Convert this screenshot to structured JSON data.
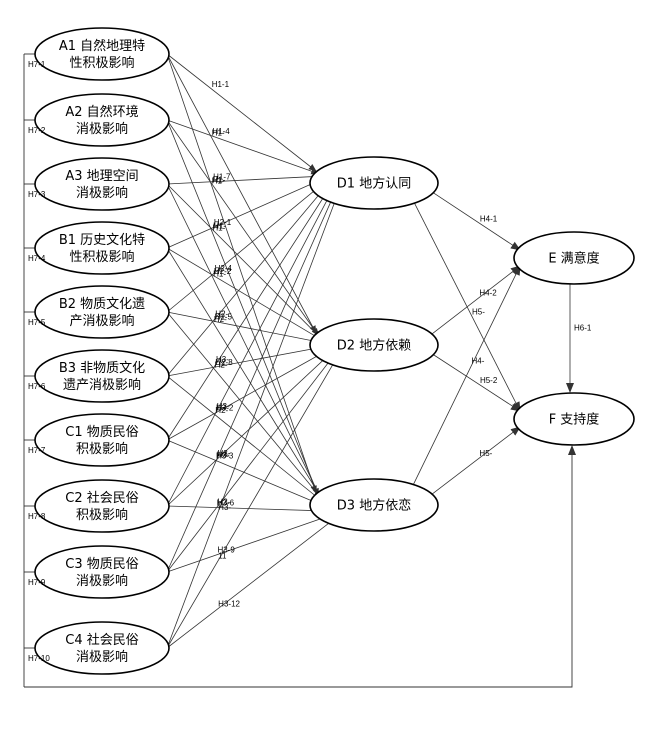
{
  "nodes": [
    {
      "id": "A1",
      "lines": [
        "A1 自然地理特",
        "性积极影响"
      ]
    },
    {
      "id": "A2",
      "lines": [
        "A2 自然环境",
        "消极影响"
      ]
    },
    {
      "id": "A3",
      "lines": [
        "A3 地理空间",
        "消极影响"
      ]
    },
    {
      "id": "B1",
      "lines": [
        "B1 历史文化特",
        "性积极影响"
      ]
    },
    {
      "id": "B2",
      "lines": [
        "B2 物质文化遗",
        "产消极影响"
      ]
    },
    {
      "id": "B3",
      "lines": [
        "B3 非物质文化",
        "遗产消极影响"
      ]
    },
    {
      "id": "C1",
      "lines": [
        "C1 物质民俗",
        "积极影响"
      ]
    },
    {
      "id": "C2",
      "lines": [
        "C2 社会民俗",
        "积极影响"
      ]
    },
    {
      "id": "C3",
      "lines": [
        "C3 物质民俗",
        "消极影响"
      ]
    },
    {
      "id": "C4",
      "lines": [
        "C4 社会民俗",
        "消极影响"
      ]
    },
    {
      "id": "D1",
      "lines": [
        "D1 地方认同"
      ]
    },
    {
      "id": "D2",
      "lines": [
        "D2 地方依赖"
      ]
    },
    {
      "id": "D3",
      "lines": [
        "D3 地方依恋"
      ]
    },
    {
      "id": "E",
      "lines": [
        "E 满意度"
      ]
    },
    {
      "id": "F",
      "lines": [
        "F 支持度"
      ]
    }
  ],
  "edges": [
    {
      "from": "A1",
      "to": "D1",
      "label": "H1-1"
    },
    {
      "from": "A1",
      "to": "D2",
      "label": "H1-"
    },
    {
      "from": "A1",
      "to": "D3",
      "label": "H1-"
    },
    {
      "from": "A2",
      "to": "D1",
      "label": "H1-4"
    },
    {
      "from": "A2",
      "to": "D2",
      "label": "H1-"
    },
    {
      "from": "A2",
      "to": "D3",
      "label": "H1-"
    },
    {
      "from": "A3",
      "to": "D1",
      "label": "H1-7"
    },
    {
      "from": "A3",
      "to": "D2",
      "label": "H1-"
    },
    {
      "from": "A3",
      "to": "D3",
      "label": "H1-"
    },
    {
      "from": "B1",
      "to": "D1",
      "label": "H2-1"
    },
    {
      "from": "B1",
      "to": "D2",
      "label": "H2-2"
    },
    {
      "from": "B1",
      "to": "D3",
      "label": "H2-"
    },
    {
      "from": "B2",
      "to": "D1",
      "label": "H2-4"
    },
    {
      "from": "B2",
      "to": "D2",
      "label": "H2-5"
    },
    {
      "from": "B2",
      "to": "D3",
      "label": "H2-"
    },
    {
      "from": "B3",
      "to": "D1",
      "label": "H2-"
    },
    {
      "from": "B3",
      "to": "D2",
      "label": "H2-8"
    },
    {
      "from": "B3",
      "to": "D3",
      "label": "H2-"
    },
    {
      "from": "C1",
      "to": "D1",
      "label": "H3-"
    },
    {
      "from": "C1",
      "to": "D2",
      "label": "H3-2"
    },
    {
      "from": "C1",
      "to": "D3",
      "label": "H3-3"
    },
    {
      "from": "C2",
      "to": "D1",
      "label": "H3-"
    },
    {
      "from": "C2",
      "to": "D2",
      "label": "H3-"
    },
    {
      "from": "C2",
      "to": "D3",
      "label": "H3-6"
    },
    {
      "from": "C3",
      "to": "D1",
      "label": "H3-"
    },
    {
      "from": "C3",
      "to": "D2",
      "label": "H3-"
    },
    {
      "from": "C3",
      "to": "D3",
      "label": "H3-9"
    },
    {
      "from": "C4",
      "to": "D1",
      "label": "H3-"
    },
    {
      "from": "C4",
      "to": "D2",
      "label": "11"
    },
    {
      "from": "C4",
      "to": "D3",
      "label": "H3-12"
    },
    {
      "from": "D1",
      "to": "E",
      "label": "H4-1"
    },
    {
      "from": "D2",
      "to": "E",
      "label": "H4-2"
    },
    {
      "from": "D3",
      "to": "E",
      "label": "H4-"
    },
    {
      "from": "D1",
      "to": "F",
      "label": "H5-"
    },
    {
      "from": "D2",
      "to": "F",
      "label": "H5-2"
    },
    {
      "from": "D3",
      "to": "F",
      "label": "H5-"
    },
    {
      "from": "E",
      "to": "F",
      "label": "H6-1"
    }
  ],
  "feedback": {
    "labels": [
      "H7-1",
      "H7-2",
      "H7-3",
      "H7-4",
      "H7-5",
      "H7-6",
      "H7-7",
      "H7-8",
      "H7-9",
      "H7-10"
    ]
  }
}
